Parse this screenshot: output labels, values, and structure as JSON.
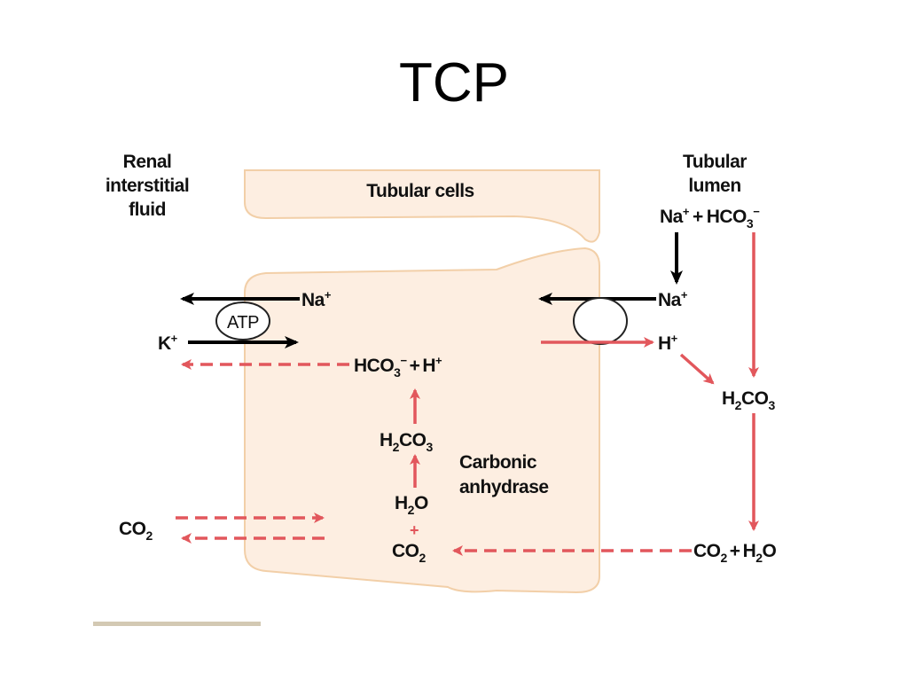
{
  "title": "TCP",
  "regions": {
    "interstitial": [
      "Renal",
      "interstitial",
      "fluid"
    ],
    "cells": "Tubular cells",
    "lumen": [
      "Tubular",
      "lumen"
    ]
  },
  "labels": {
    "na_lumen": "Na",
    "plus_sign": "+",
    "hco3_lumen": "HCO",
    "na_basolateral": "Na",
    "atp": "ATP",
    "k": "K",
    "hco3_h_cell": "HCO",
    "h_cell": "H",
    "na_apical": "Na",
    "h_lumen": "H",
    "h2co3_lumen": "H",
    "h2co3_cell": "H",
    "carbonic_anhydrase": [
      "Carbonic",
      "anhydrase"
    ],
    "h2o_cell": "H",
    "co2_cell": "CO",
    "co2_interstitial": "CO",
    "co2_h2o_lumen": "CO",
    "h2o_lumen": "H"
  },
  "colors": {
    "cell_fill": "#fdeee1",
    "cell_stroke": "#f2cfa8",
    "red_arrow": "#e2575c",
    "black_arrow": "#000000",
    "footer_rule": "#d3c9b3"
  }
}
